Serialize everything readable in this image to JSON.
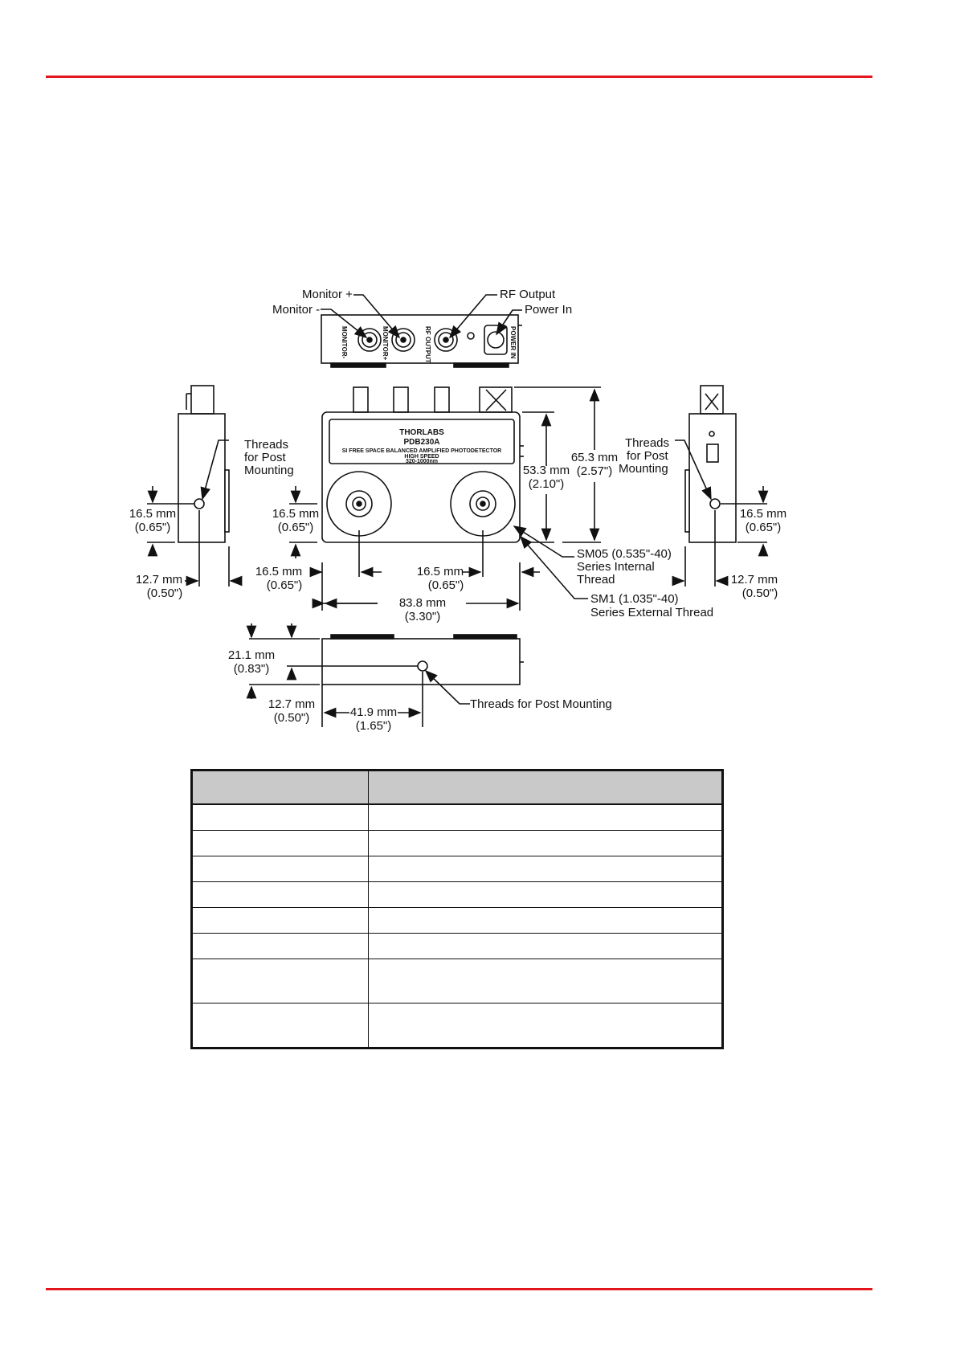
{
  "figure": {
    "callouts": {
      "monitor_plus": "Monitor +",
      "monitor_minus": "Monitor -",
      "rf_output": "RF Output",
      "power_in": "Power In",
      "threads_left": [
        "Threads",
        "for Post",
        "Mounting"
      ],
      "threads_right": [
        "Threads",
        "for Post",
        "Mounting"
      ],
      "sm05": [
        "SM05 (0.535\"-40)",
        "Series Internal",
        "Thread"
      ],
      "sm1": [
        "SM1 (1.035\"-40)",
        "Series External Thread"
      ],
      "threads_bottom": "Threads for Post Mounting"
    },
    "panel_labels": [
      "MONITOR-",
      "MONITOR+",
      "RF OUTPUT",
      "POWER IN"
    ],
    "device_label": {
      "brand": "THORLABS",
      "model": "PDB230A",
      "line1": "SI FREE SPACE BALANCED AMPLIFIED PHOTODETECTOR",
      "line2": "HIGH SPEED",
      "line3": "320-1000nm"
    },
    "dimensions": {
      "left_height": [
        "16.5 mm",
        "(0.65\")"
      ],
      "left_depth": [
        "12.7 mm",
        "(0.50\")"
      ],
      "front_left_height": [
        "16.5 mm",
        "(0.65\")"
      ],
      "front_left_offset": [
        "16.5 mm",
        "(0.65\")"
      ],
      "front_center_offset": [
        "16.5 mm",
        "(0.65\")"
      ],
      "front_width": [
        "83.8 mm",
        "(3.30\")"
      ],
      "body_height": [
        "53.3 mm",
        "(2.10\")"
      ],
      "total_height": [
        "65.3 mm",
        "(2.57\")"
      ],
      "right_height": [
        "16.5 mm",
        "(0.65\")"
      ],
      "right_depth": [
        "12.7 mm",
        "(0.50\")"
      ],
      "bottom_depth": [
        "21.1 mm",
        "(0.83\")"
      ],
      "bottom_height": [
        "12.7 mm",
        "(0.50\")"
      ],
      "bottom_width": [
        "41.9 mm",
        "(1.65\")"
      ]
    }
  },
  "table": {
    "rows": 8,
    "tall_rows": [
      6,
      7
    ]
  }
}
